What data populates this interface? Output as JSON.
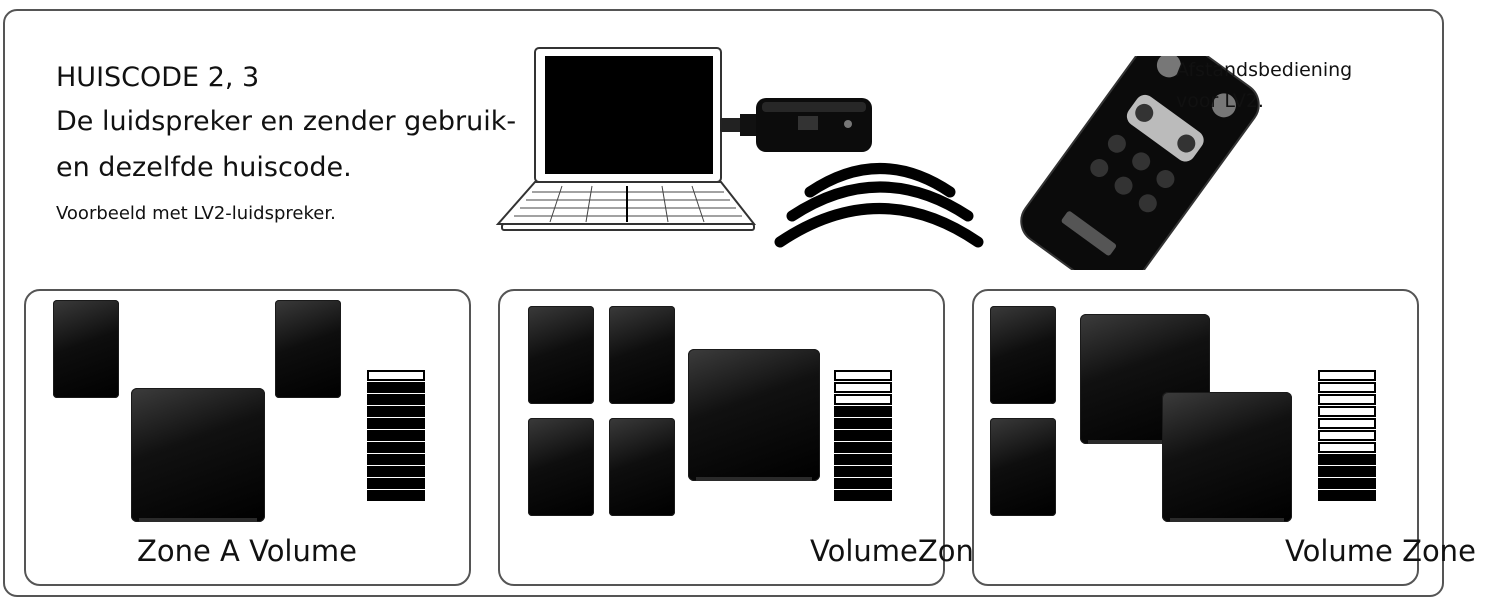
{
  "header": {
    "title": "HUISCODE 2, 3",
    "line1": "De luidspreker en zender gebruik-",
    "line2": "en dezelfde huiscode.",
    "example": "Voorbeeld met LV2-luidspreker."
  },
  "remote": {
    "caption_line1": "Afstandsbediening",
    "caption_line2": "voor LV2."
  },
  "icons": [
    "laptop-icon",
    "usb-transmitter-icon",
    "wireless-signal-icon",
    "remote-control-icon",
    "speaker-icon",
    "subwoofer-icon"
  ],
  "zones": [
    {
      "label": "Zone A Volume",
      "bars_total": 11,
      "bars_off": 1
    },
    {
      "label": "VolumeZone B",
      "bars_total": 11,
      "bars_off": 3
    },
    {
      "label": "Volume Zone",
      "bars_total": 11,
      "bars_off": 7
    }
  ],
  "colors": {
    "border": "#555555",
    "speaker": "#000000",
    "background": "#ffffff"
  }
}
